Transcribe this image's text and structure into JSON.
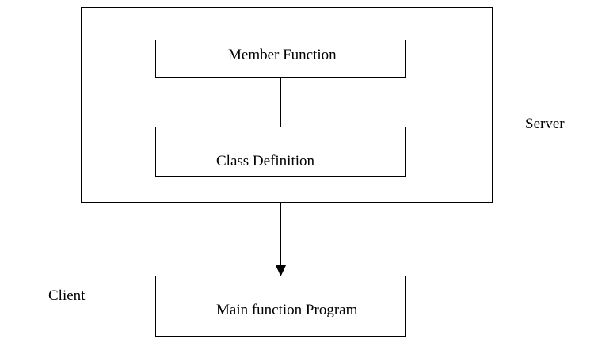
{
  "diagram": {
    "server_label": "Server",
    "client_label": "Client",
    "member_function_label": "Member Function",
    "class_definition_label": "Class Definition",
    "main_program_label": "Main function Program"
  },
  "colors": {
    "stroke": "#000000",
    "background": "#ffffff"
  }
}
